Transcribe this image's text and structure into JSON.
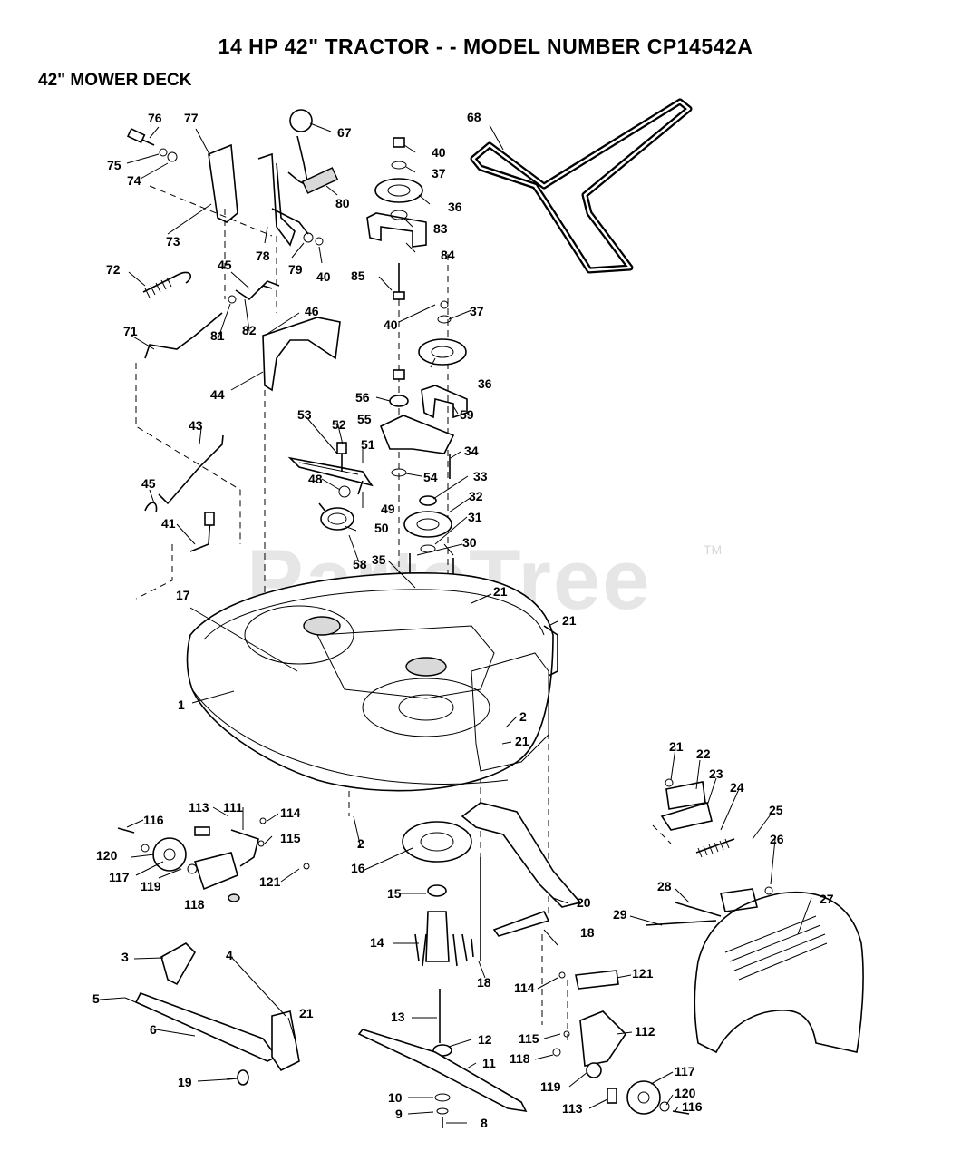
{
  "title": "14 HP 42\" TRACTOR - - MODEL NUMBER CP14542A",
  "subtitle": "42\" MOWER DECK",
  "watermark": "PartsTree",
  "watermark_mark": "TM",
  "callouts": [
    "76",
    "77",
    "75",
    "74",
    "73",
    "67",
    "78",
    "79",
    "40",
    "80",
    "40",
    "37",
    "36",
    "83",
    "84",
    "85",
    "68",
    "72",
    "45",
    "81",
    "82",
    "71",
    "46",
    "40",
    "37",
    "36",
    "44",
    "56",
    "55",
    "59",
    "43",
    "53",
    "52",
    "51",
    "34",
    "54",
    "33",
    "48",
    "49",
    "45",
    "41",
    "50",
    "32",
    "31",
    "30",
    "58",
    "35",
    "21",
    "21",
    "17",
    "1",
    "2",
    "21",
    "21",
    "22",
    "23",
    "24",
    "25",
    "26",
    "113",
    "111",
    "114",
    "116",
    "115",
    "120",
    "2",
    "117",
    "119",
    "121",
    "16",
    "118",
    "15",
    "20",
    "28",
    "27",
    "29",
    "18",
    "14",
    "18",
    "3",
    "4",
    "121",
    "114",
    "5",
    "6",
    "21",
    "13",
    "115",
    "112",
    "12",
    "118",
    "11",
    "117",
    "19",
    "119",
    "120",
    "10",
    "116",
    "113",
    "9",
    "8"
  ]
}
